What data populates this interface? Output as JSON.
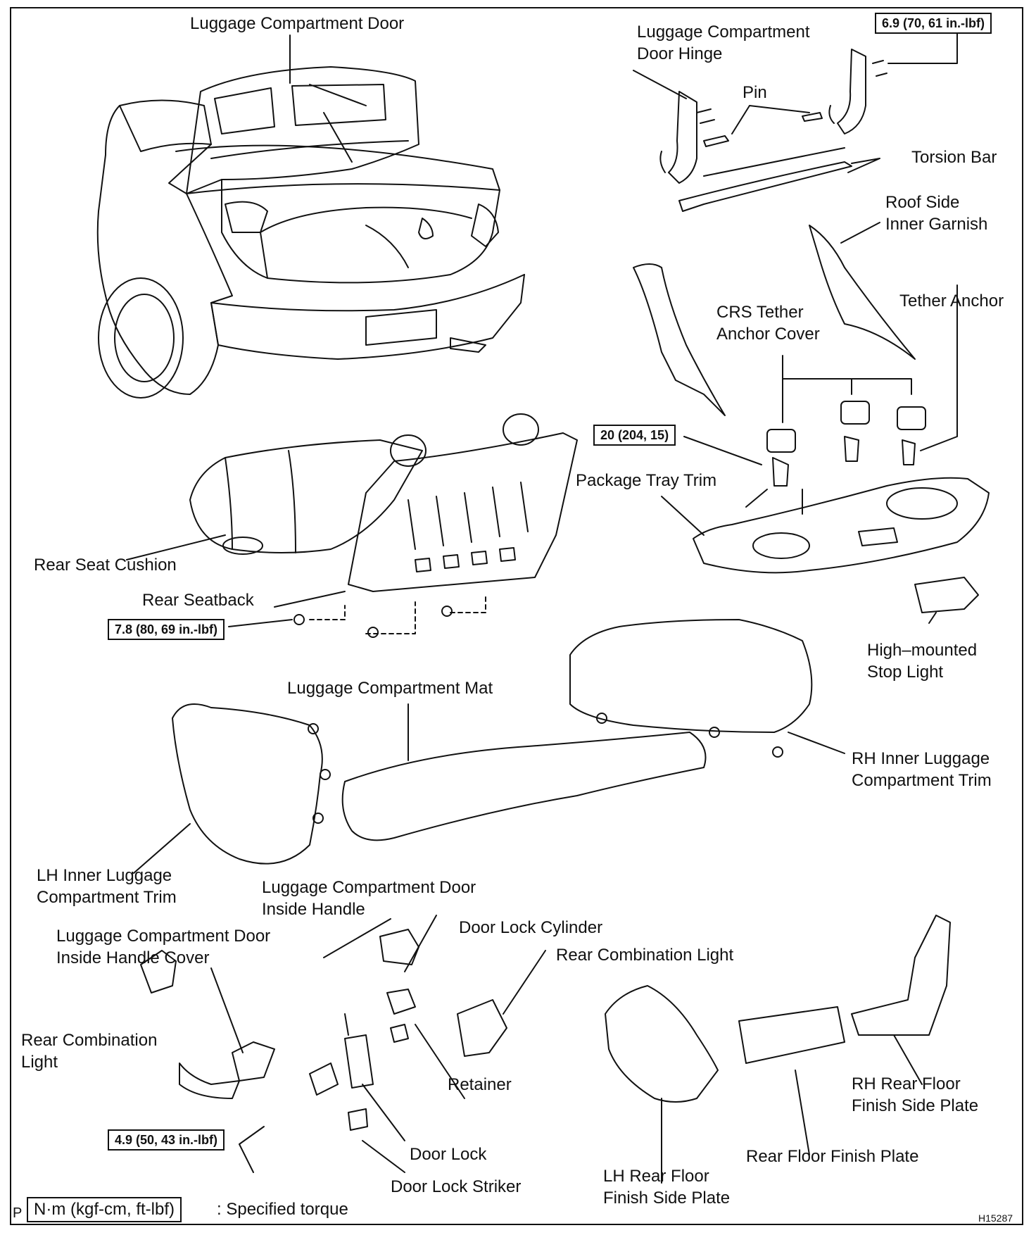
{
  "figure_id": "H15287",
  "page_marker": "P",
  "legend": {
    "unit": "N·m (kgf-cm, ft-lbf)",
    "text": ": Specified torque"
  },
  "torques": {
    "hinge": "6.9 (70, 61 in.-lbf)",
    "tether": "20 (204, 15)",
    "seatback": "7.8 (80, 69 in.-lbf)",
    "lock": "4.9 (50, 43 in.-lbf)"
  },
  "labels": {
    "trunk_door": "Luggage Compartment Door",
    "door_hinge": "Luggage Compartment\nDoor Hinge",
    "pin": "Pin",
    "torsion_bar": "Torsion Bar",
    "roof_garnish": "Roof Side\nInner Garnish",
    "tether_anchor": "Tether Anchor",
    "crs_cover": "CRS Tether\nAnchor Cover",
    "package_tray": "Package Tray Trim",
    "rear_seat_cushion": "Rear Seat Cushion",
    "rear_seatback": "Rear Seatback",
    "stop_light": "High–mounted\nStop Light",
    "mat": "Luggage Compartment Mat",
    "rh_inner_trim": "RH Inner Luggage\nCompartment Trim",
    "lh_inner_trim": "LH Inner Luggage\nCompartment Trim",
    "inside_handle": "Luggage Compartment Door\nInside Handle",
    "handle_cover": "Luggage Compartment Door\nInside Handle Cover",
    "lock_cylinder": "Door Lock Cylinder",
    "rear_combo_light_right": "Rear Combination Light",
    "rear_combo_light_left": "Rear Combination\nLight",
    "retainer": "Retainer",
    "door_lock": "Door Lock",
    "lock_striker": "Door Lock Striker",
    "rh_floor_side": "RH Rear Floor\nFinish Side Plate",
    "floor_plate": "Rear Floor Finish Plate",
    "lh_floor_side": "LH Rear Floor\nFinish Side Plate"
  }
}
